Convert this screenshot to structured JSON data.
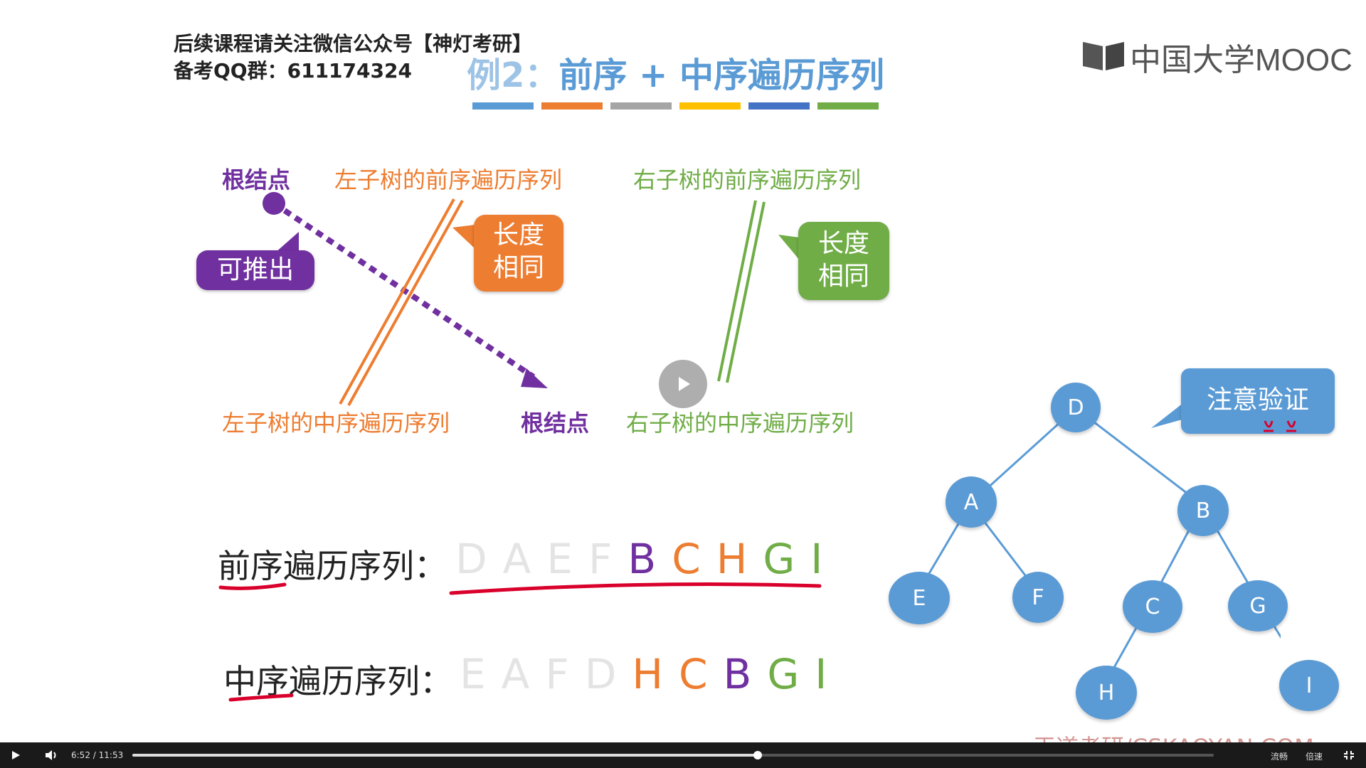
{
  "notice": {
    "line1": "后续课程请关注微信公众号【神灯考研】",
    "line2": "备考QQ群：611174324"
  },
  "title": {
    "prefix": "例2：",
    "main": "前序 + 中序遍历序列"
  },
  "brand": {
    "logo_text": "中国大学MOOC"
  },
  "color_bars": [
    "#5b9bd5",
    "#ed7d31",
    "#a5a5a5",
    "#ffc000",
    "#4472c4",
    "#70ad47"
  ],
  "labels": {
    "root_top": "根结点",
    "left_pre": "左子树的前序遍历序列",
    "right_pre": "右子树的前序遍历序列",
    "left_in": "左子树的中序遍历序列",
    "root_bottom": "根结点",
    "right_in": "右子树的中序遍历序列"
  },
  "callouts": {
    "derive": "可推出",
    "same_len_orange_1": "长度",
    "same_len_orange_2": "相同",
    "same_len_green_1": "长度",
    "same_len_green_2": "相同",
    "verify": "注意验证"
  },
  "preorder": {
    "label": "前序遍历序列：",
    "faded": [
      "D",
      "A",
      "E",
      "F"
    ],
    "active": [
      {
        "ch": "B",
        "color": "#7030a0"
      },
      {
        "ch": "C",
        "color": "#ed7d31"
      },
      {
        "ch": "H",
        "color": "#ed7d31"
      },
      {
        "ch": "G",
        "color": "#70ad47"
      },
      {
        "ch": "I",
        "color": "#70ad47"
      }
    ]
  },
  "inorder": {
    "label": "中序遍历序列：",
    "faded": [
      "E",
      "A",
      "F",
      "D"
    ],
    "active": [
      {
        "ch": "H",
        "color": "#ed7d31"
      },
      {
        "ch": "C",
        "color": "#ed7d31"
      },
      {
        "ch": "B",
        "color": "#7030a0"
      },
      {
        "ch": "G",
        "color": "#70ad47"
      },
      {
        "ch": "I",
        "color": "#70ad47"
      }
    ]
  },
  "tree": {
    "nodes": [
      "D",
      "A",
      "B",
      "E",
      "F",
      "C",
      "G",
      "H",
      "I"
    ]
  },
  "watermark": "王道考研/CSKAOYAN.COM",
  "player": {
    "time_current": "6:52",
    "time_separator": "/",
    "time_total": "11:53",
    "progress_fraction": 0.578,
    "quality": "流畅",
    "speed": "倍速"
  }
}
